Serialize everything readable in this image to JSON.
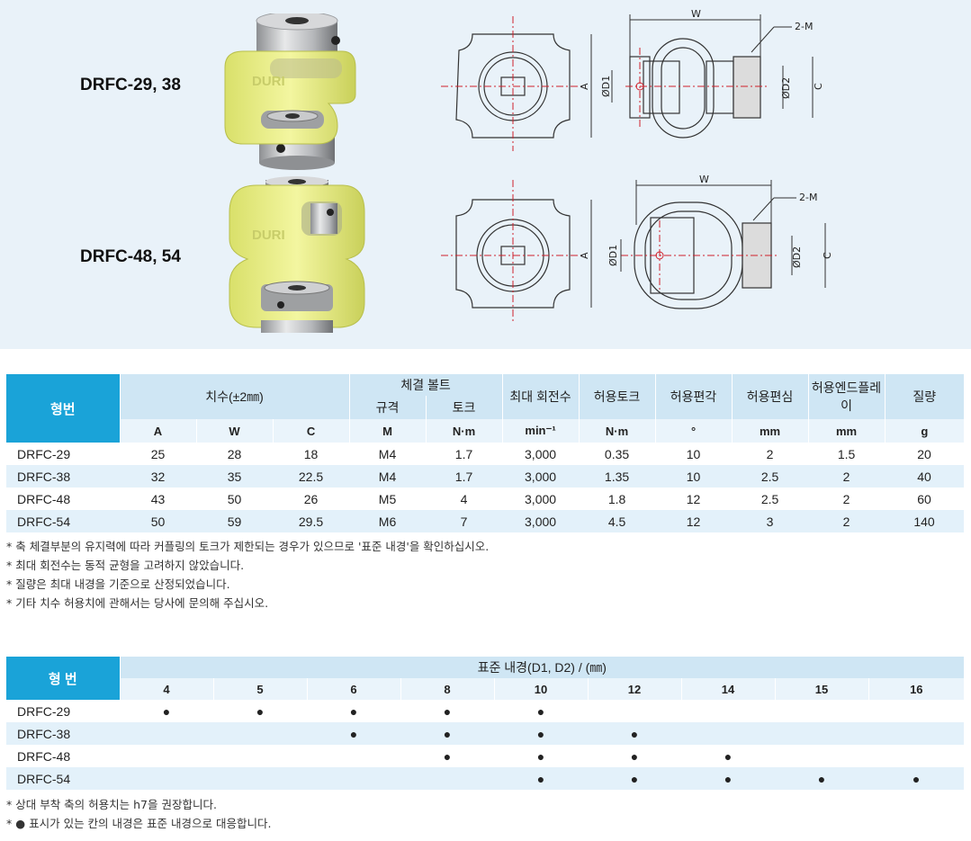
{
  "top": {
    "model_1": "DRFC-29, 38",
    "model_2": "DRFC-48, 54",
    "photo_logo": "DURI",
    "dim_w": "W",
    "dim_2m": "2-M",
    "dim_a": "A",
    "dim_c": "C",
    "dim_d1": "ØD1",
    "dim_d2": "ØD2"
  },
  "spec_table": {
    "header_model": "형번",
    "header_dims": "치수(±2㎜)",
    "header_bolt": "체결 볼트",
    "header_bolt_size": "규격",
    "header_bolt_torque": "토크",
    "header_rpm": "최대 회전수",
    "header_torque": "허용토크",
    "header_angle": "허용편각",
    "header_offset": "허용편심",
    "header_endplay": "허용엔드플레이",
    "header_mass": "질량",
    "units": [
      "A",
      "W",
      "C",
      "M",
      "N·m",
      "min⁻¹",
      "N·m",
      "°",
      "mm",
      "mm",
      "g"
    ],
    "rows": [
      [
        "DRFC-29",
        "25",
        "28",
        "18",
        "M4",
        "1.7",
        "3,000",
        "0.35",
        "10",
        "2",
        "1.5",
        "20"
      ],
      [
        "DRFC-38",
        "32",
        "35",
        "22.5",
        "M4",
        "1.7",
        "3,000",
        "1.35",
        "10",
        "2.5",
        "2",
        "40"
      ],
      [
        "DRFC-48",
        "43",
        "50",
        "26",
        "M5",
        "4",
        "3,000",
        "1.8",
        "12",
        "2.5",
        "2",
        "60"
      ],
      [
        "DRFC-54",
        "50",
        "59",
        "29.5",
        "M6",
        "7",
        "3,000",
        "4.5",
        "12",
        "3",
        "2",
        "140"
      ]
    ]
  },
  "notes_1": [
    "* 축 체결부분의 유지력에 따라 커플링의 토크가 제한되는 경우가 있으므로 '표준 내경'을 확인하십시오.",
    "* 최대 회전수는 동적 균형을 고려하지 않았습니다.",
    "* 질량은 최대 내경을 기준으로 산정되었습니다.",
    "* 기타 치수 허용치에 관해서는 당사에 문의해 주십시오."
  ],
  "bore_table": {
    "header_model": "형 번",
    "header_bore": "표준 내경(D1, D2) / (㎜)",
    "sizes": [
      "4",
      "5",
      "6",
      "8",
      "10",
      "12",
      "14",
      "15",
      "16"
    ],
    "dot": "●",
    "rows": [
      {
        "model": "DRFC-29",
        "marks": [
          "●",
          "●",
          "●",
          "●",
          "●",
          "",
          "",
          "",
          ""
        ]
      },
      {
        "model": "DRFC-38",
        "marks": [
          "",
          "",
          "●",
          "●",
          "●",
          "●",
          "",
          "",
          ""
        ]
      },
      {
        "model": "DRFC-48",
        "marks": [
          "",
          "",
          "",
          "●",
          "●",
          "●",
          "●",
          "",
          ""
        ]
      },
      {
        "model": "DRFC-54",
        "marks": [
          "",
          "",
          "",
          "",
          "●",
          "●",
          "●",
          "●",
          "●"
        ]
      }
    ]
  },
  "notes_2": [
    "* 상대 부착 축의 허용치는 h7을 권장합니다.",
    "* ● 표시가 있는 칸의 내경은 표준 내경으로 대응합니다."
  ]
}
